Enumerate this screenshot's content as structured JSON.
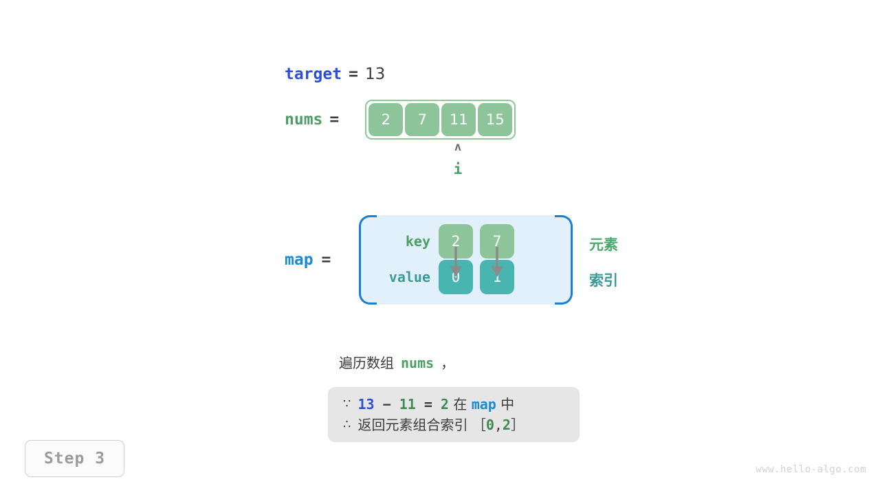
{
  "target": {
    "name": "target",
    "equals": "=",
    "value": "13"
  },
  "nums": {
    "name": "nums",
    "equals": "=",
    "cells": [
      "2",
      "7",
      "11",
      "15"
    ],
    "pointer": {
      "caret": "ʌ",
      "label": "i",
      "index": 2
    }
  },
  "map": {
    "name": "map",
    "equals": "=",
    "key_label": "key",
    "value_label": "value",
    "keys": [
      "2",
      "7"
    ],
    "values": [
      "0",
      "1"
    ],
    "annotations": {
      "element": "元素",
      "index": "索引"
    }
  },
  "caption": {
    "prefix": "遍历数组",
    "code": "nums",
    "suffix": "，"
  },
  "conclusion": {
    "line1": {
      "symbol": "∵",
      "a": "13",
      "minus": "−",
      "b": "11",
      "eq": "=",
      "c": "2",
      "in": "在",
      "map": "map",
      "within": "中"
    },
    "line2": {
      "symbol": "∴",
      "text": "返回元素组合索引",
      "open": "［",
      "i1": "0",
      "comma": ",",
      "i2": "2",
      "close": "］"
    }
  },
  "step_badge": "Step 3",
  "watermark": "www.hello-algo.com",
  "colors": {
    "blue_target": "#2c4fd6",
    "blue_map": "#1a8ad4",
    "green": "#4c9e65",
    "green_cell": "#8dc49a",
    "teal_cell": "#49b5b1",
    "teal_text": "#3a9b96",
    "box_blue_bg": "#e2f0fb",
    "box_blue_border": "#1a7fd0",
    "gray_box": "#e6e6e6",
    "arrow_gray": "#8a8a8a",
    "text_dark": "#3b3b3b"
  }
}
